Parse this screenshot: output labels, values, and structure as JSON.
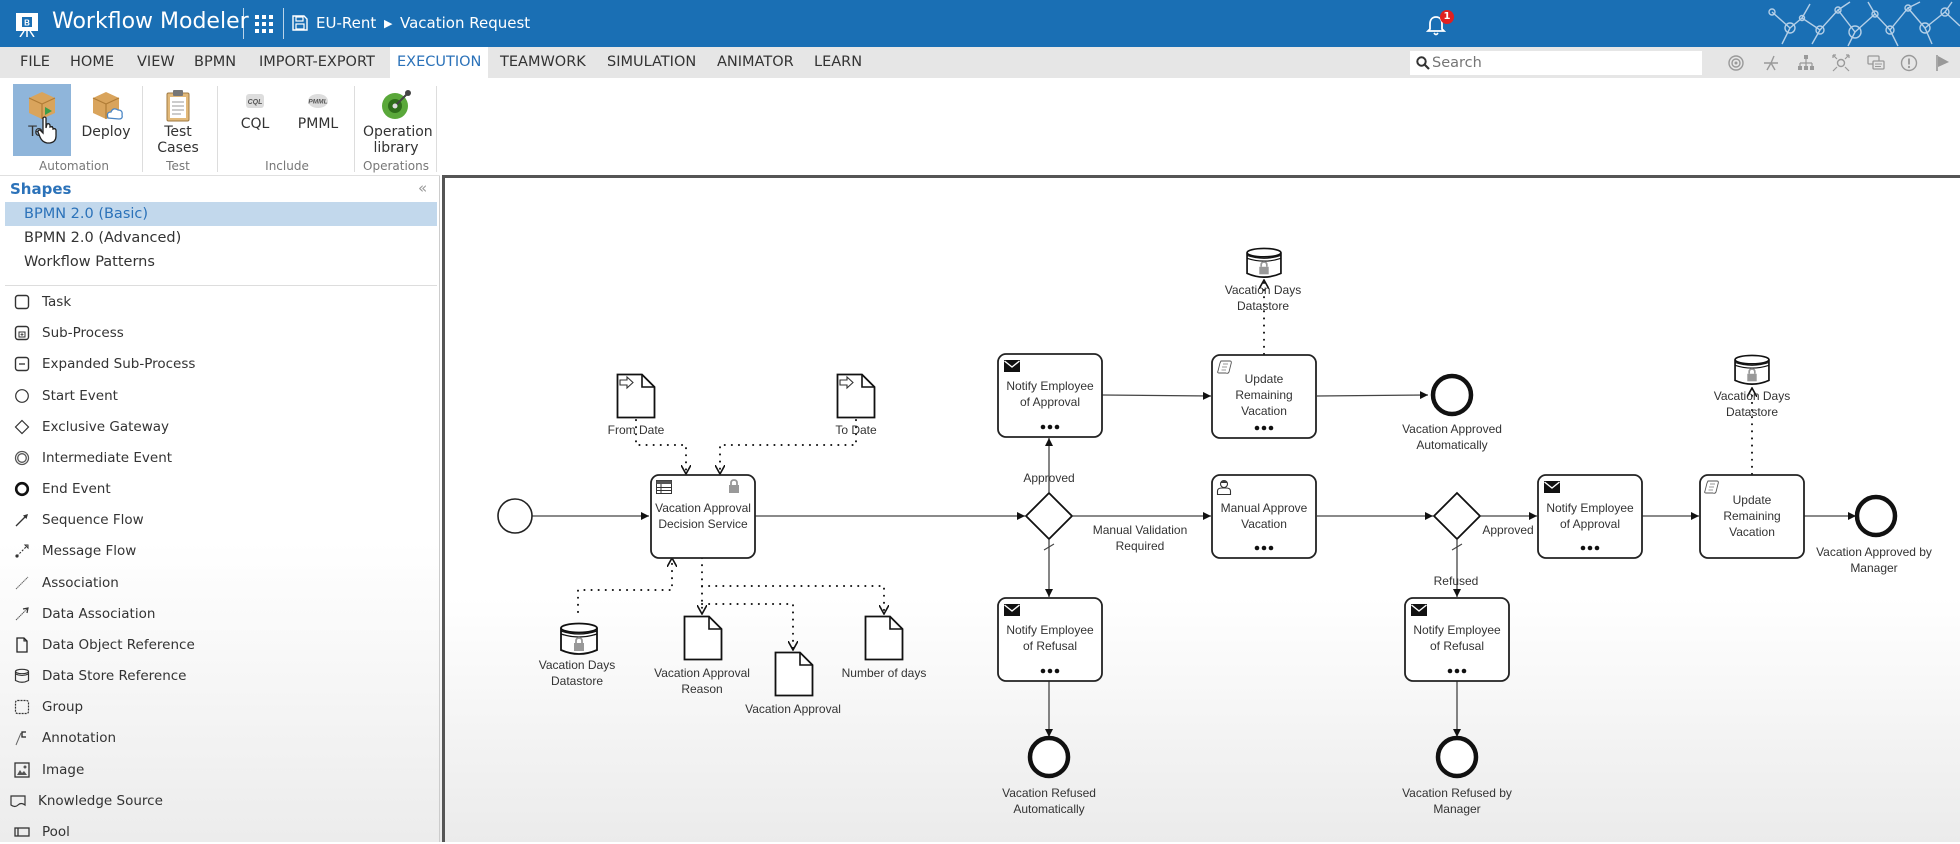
{
  "app": {
    "title": "Workflow Modeler",
    "breadcrumb": [
      "EU-Rent",
      "Vacation Request"
    ],
    "notifications_count": "1"
  },
  "menu": {
    "items": [
      "FILE",
      "HOME",
      "VIEW",
      "BPMN",
      "IMPORT-EXPORT",
      "EXECUTION",
      "TEAMWORK",
      "SIMULATION",
      "ANIMATOR",
      "LEARN"
    ],
    "active": "EXECUTION",
    "search_placeholder": "Search",
    "tool_icons": [
      "target-icon",
      "explore-icon",
      "hierarchy-icon",
      "focus-icon",
      "comments-icon",
      "alert-icon",
      "flag-icon"
    ]
  },
  "ribbon": {
    "buttons": [
      {
        "label": "Test",
        "icon": "package-play-icon",
        "active": true
      },
      {
        "label": "Deploy",
        "icon": "package-cloud-icon"
      },
      {
        "label": "Test Cases",
        "icon": "clipboard-icon"
      },
      {
        "label": "CQL",
        "icon": "cql-icon"
      },
      {
        "label": "PMML",
        "icon": "pmml-icon"
      },
      {
        "label": "Operation library",
        "icon": "operation-library-icon"
      }
    ],
    "groups": [
      "Automation",
      "Test",
      "Include",
      "Operations"
    ]
  },
  "sidebar": {
    "title": "Shapes",
    "collapse_label": "«",
    "libraries": [
      {
        "label": "BPMN 2.0 (Basic)",
        "selected": true
      },
      {
        "label": "BPMN 2.0 (Advanced)"
      },
      {
        "label": "Workflow Patterns"
      }
    ],
    "shapes": [
      {
        "label": "Task",
        "icon": "task-icon"
      },
      {
        "label": "Sub-Process",
        "icon": "sub-process-icon"
      },
      {
        "label": "Expanded Sub-Process",
        "icon": "expanded-sub-process-icon"
      },
      {
        "label": "Start Event",
        "icon": "start-event-icon"
      },
      {
        "label": "Exclusive Gateway",
        "icon": "exclusive-gateway-icon"
      },
      {
        "label": "Intermediate Event",
        "icon": "intermediate-event-icon"
      },
      {
        "label": "End Event",
        "icon": "end-event-icon"
      },
      {
        "label": "Sequence Flow",
        "icon": "sequence-flow-icon"
      },
      {
        "label": "Message Flow",
        "icon": "message-flow-icon"
      },
      {
        "label": "Association",
        "icon": "association-icon"
      },
      {
        "label": "Data Association",
        "icon": "data-association-icon"
      },
      {
        "label": "Data Object Reference",
        "icon": "data-object-icon"
      },
      {
        "label": "Data Store Reference",
        "icon": "data-store-icon"
      },
      {
        "label": "Group",
        "icon": "group-icon"
      },
      {
        "label": "Annotation",
        "icon": "annotation-icon"
      },
      {
        "label": "Image",
        "icon": "image-icon"
      },
      {
        "label": "Knowledge Source",
        "icon": "knowledge-source-icon"
      },
      {
        "label": "Pool",
        "icon": "pool-icon"
      }
    ]
  },
  "diagram": {
    "tasks": {
      "decision": {
        "label": [
          "Vacation Approval",
          "Decision Service"
        ],
        "type": "business-rule"
      },
      "notify_approval_1": {
        "label": [
          "Notify Employee",
          "of Approval"
        ],
        "type": "send"
      },
      "update_remaining_1": {
        "label": [
          "Update",
          "Remaining",
          "Vacation"
        ],
        "type": "script"
      },
      "notify_refusal_1": {
        "label": [
          "Notify Employee",
          "of Refusal"
        ],
        "type": "send"
      },
      "manual_approve": {
        "label": [
          "Manual Approve",
          "Vacation"
        ],
        "type": "user"
      },
      "notify_approval_2": {
        "label": [
          "Notify Employee",
          "of Approval"
        ],
        "type": "send"
      },
      "update_remaining_2": {
        "label": [
          "Update",
          "Remaining",
          "Vacation"
        ],
        "type": "script"
      },
      "notify_refusal_2": {
        "label": [
          "Notify Employee",
          "of Refusal"
        ],
        "type": "send"
      }
    },
    "end_events": {
      "approved_auto": [
        "Vacation Approved",
        "Automatically"
      ],
      "refused_auto": [
        "Vacation Refused",
        "Automatically"
      ],
      "approved_manager": [
        "Vacation Approved by",
        "Manager"
      ],
      "refused_manager": [
        "Vacation Refused by",
        "Manager"
      ]
    },
    "data_objects": {
      "from_date": [
        "From Date"
      ],
      "to_date": [
        "To Date"
      ],
      "approval_reason": [
        "Vacation Approval",
        "Reason"
      ],
      "vacation_approval": [
        "Vacation Approval"
      ],
      "number_of_days": [
        "Number of days"
      ]
    },
    "data_stores": {
      "ds_1": [
        "Vacation Days",
        "Datastore"
      ],
      "ds_2": [
        "Vacation Days",
        "Datastore"
      ],
      "ds_3": [
        "Vacation Days",
        "Datastore"
      ]
    },
    "flow_labels": {
      "approved_1": "Approved",
      "manual_required": [
        "Manual Validation",
        "Required"
      ],
      "approved_2": "Approved",
      "refused_2": "Refused"
    }
  }
}
